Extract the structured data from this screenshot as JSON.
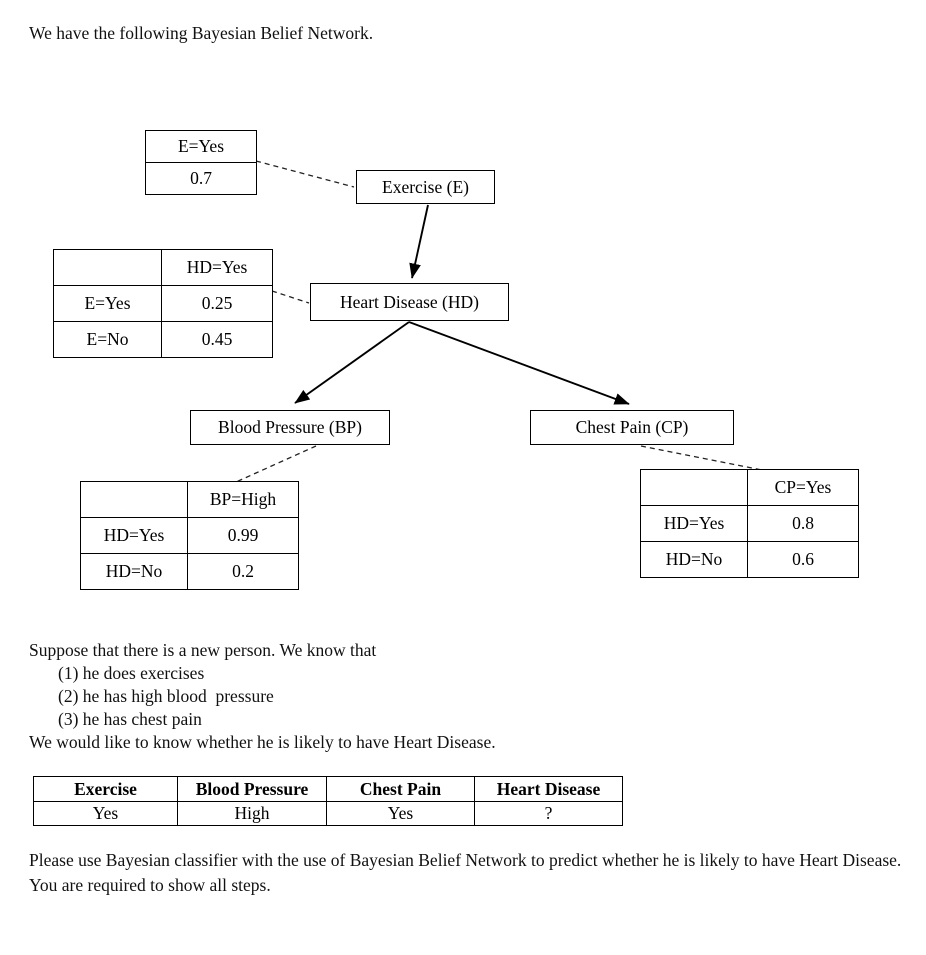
{
  "intro": {
    "text": "We have the following Bayesian Belief Network."
  },
  "network": {
    "nodes": {
      "exercise": "Exercise (E)",
      "heart_disease": "Heart Disease (HD)",
      "blood_pressure": "Blood Pressure (BP)",
      "chest_pain": "Chest Pain (CP)"
    },
    "cpt_exercise": {
      "header": "E=Yes",
      "value": "0.7"
    },
    "cpt_heart_disease": {
      "corner": "",
      "header": "HD=Yes",
      "rows": [
        {
          "label": "E=Yes",
          "value": "0.25"
        },
        {
          "label": "E=No",
          "value": "0.45"
        }
      ]
    },
    "cpt_blood_pressure": {
      "corner": "",
      "header": "BP=High",
      "rows": [
        {
          "label": "HD=Yes",
          "value": "0.99"
        },
        {
          "label": "HD=No",
          "value": "0.2"
        }
      ]
    },
    "cpt_chest_pain": {
      "corner": "",
      "header": "CP=Yes",
      "rows": [
        {
          "label": "HD=Yes",
          "value": "0.8"
        },
        {
          "label": "HD=No",
          "value": "0.6"
        }
      ]
    }
  },
  "problem": {
    "suppose_line": "Suppose that there is a new person. We know that",
    "facts": [
      "(1) he does exercises",
      "(2) he has high blood  pressure",
      "(3) he has chest pain"
    ],
    "question_line": "We would like to know whether he is likely to have Heart Disease."
  },
  "evidence_table": {
    "headers": [
      "Exercise",
      "Blood Pressure",
      "Chest Pain",
      "Heart Disease"
    ],
    "row": [
      "Yes",
      "High",
      "Yes",
      "?"
    ]
  },
  "closing": {
    "text": "Please use Bayesian classifier with the use of Bayesian Belief Network to predict whether he is likely to have Heart Disease. You are required to show all steps."
  },
  "colors": {
    "ink": "#000000",
    "background": "#ffffff"
  }
}
